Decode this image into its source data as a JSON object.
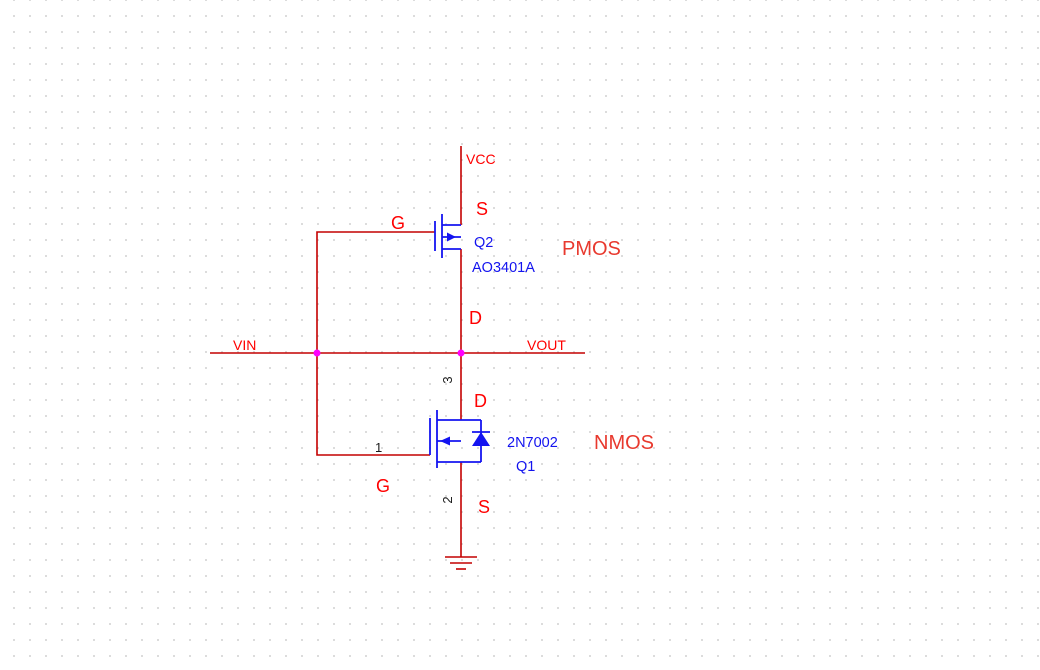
{
  "canvas": {
    "background": "#ffffff",
    "grid_dot_color": "#d6d6d6"
  },
  "colors": {
    "wire": "#c40000",
    "net_label": "#ff0000",
    "type_label": "#e8392e",
    "symbol": "#1414f0",
    "junction_dot": "#ff00ff",
    "pin_number": "#1a1a1a"
  },
  "nets": {
    "vcc": "VCC",
    "vin": "VIN",
    "vout": "VOUT"
  },
  "transistors": {
    "pmos": {
      "designator": "Q2",
      "part_number": "AO3401A",
      "type_label": "PMOS",
      "pins": {
        "source": "S",
        "gate": "G",
        "drain": "D"
      }
    },
    "nmos": {
      "designator": "Q1",
      "part_number": "2N7002",
      "type_label": "NMOS",
      "pins": {
        "drain": "D",
        "gate": "G",
        "source": "S"
      },
      "pin_numbers": {
        "gate": "1",
        "source": "2",
        "drain": "3"
      }
    }
  }
}
